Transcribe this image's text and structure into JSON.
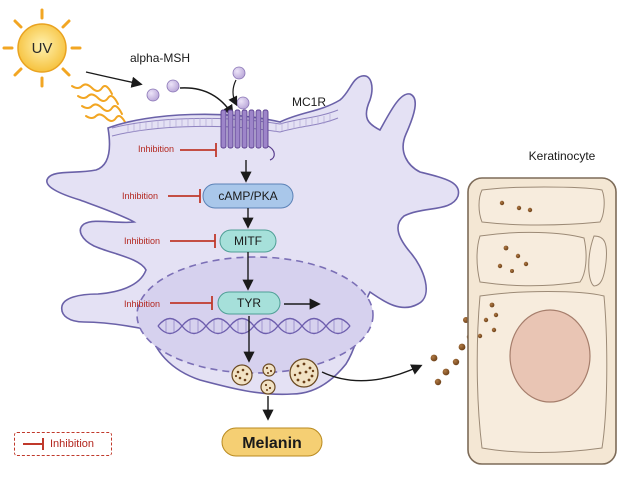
{
  "labels": {
    "uv": "UV",
    "alpha_msh": "alpha-MSH",
    "receptor": "MC1R",
    "camp_pka": "cAMP/PKA",
    "mitf": "MITF",
    "tyr": "TYR",
    "melanin": "Melanin",
    "keratinocyte": "Keratinocyte"
  },
  "inhibition_labels": {
    "receptor": "Inhibition",
    "camp_pka": "Inhibition",
    "mitf": "Inhibition",
    "tyr": "Inhibition"
  },
  "legend": {
    "label": "Inhibition"
  },
  "colors": {
    "cell_fill": "#e4e1f4",
    "cell_stroke": "#6a61a8",
    "nucleus_fill": "#d6d1ee",
    "nucleus_stroke": "#7b6fb6",
    "pill_blue": "#a9c7ea",
    "pill_teal": "#a6e0da",
    "melanin_gold": "#f5cf73",
    "inhibition_red": "#c0392b",
    "keratinocyte_fill": "#f4e7d4",
    "keratinocyte_stroke": "#7d6b58",
    "melanin_granule": "#8a5a2b"
  },
  "icons": [
    "sun-icon",
    "uv-ray-icon",
    "receptor-icon",
    "dna-helix-icon",
    "melanosome-icon"
  ]
}
